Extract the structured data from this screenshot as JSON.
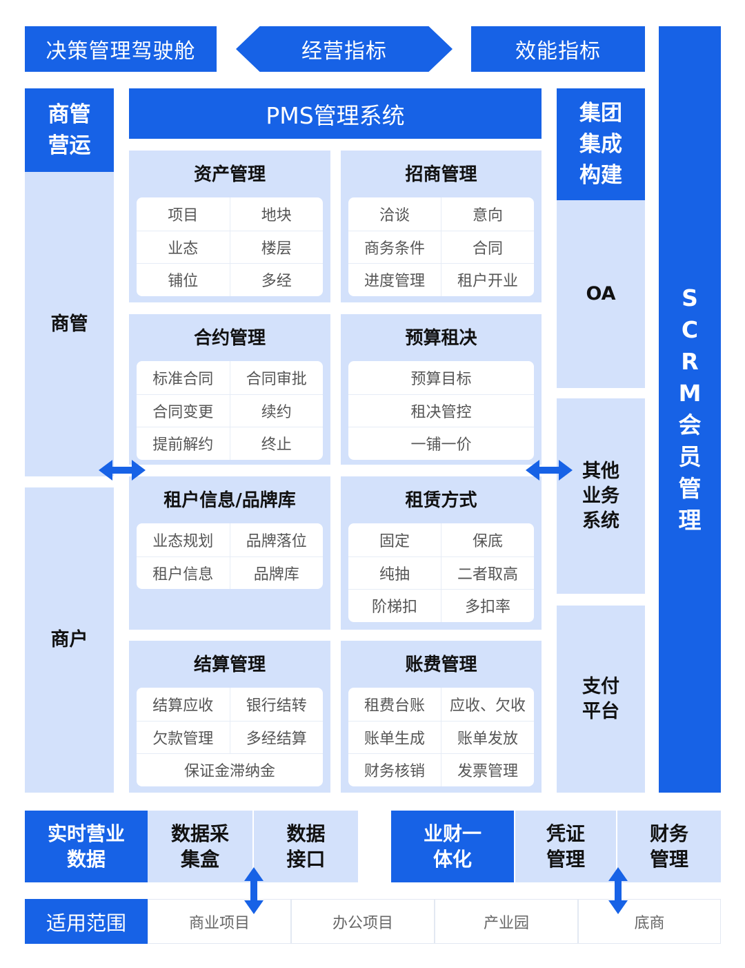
{
  "colors": {
    "primary": "#1762e6",
    "light": "#d3e1fb"
  },
  "top": {
    "cockpit": "决策管理驾驶舱",
    "operating": "经营指标",
    "efficiency": "效能指标"
  },
  "scrm": "SCRM会员管理",
  "left": {
    "header": "商管营运",
    "upper": "商管",
    "lower": "商户"
  },
  "pms": {
    "title": "PMS管理系统",
    "panels": [
      {
        "title": "资产管理",
        "rows": [
          [
            "项目",
            "地块"
          ],
          [
            "业态",
            "楼层"
          ],
          [
            "铺位",
            "多经"
          ]
        ]
      },
      {
        "title": "招商管理",
        "rows": [
          [
            "洽谈",
            "意向"
          ],
          [
            "商务条件",
            "合同"
          ],
          [
            "进度管理",
            "租户开业"
          ]
        ]
      },
      {
        "title": "合约管理",
        "rows": [
          [
            "标准合同",
            "合同审批"
          ],
          [
            "合同变更",
            "续约"
          ],
          [
            "提前解约",
            "终止"
          ]
        ]
      },
      {
        "title": "预算租决",
        "rows": [
          [
            "预算目标"
          ],
          [
            "租决管控"
          ],
          [
            "一铺一价"
          ]
        ]
      },
      {
        "title": "租户信息/品牌库",
        "rows": [
          [
            "业态规划",
            "品牌落位"
          ],
          [
            "租户信息",
            "品牌库"
          ]
        ]
      },
      {
        "title": "租赁方式",
        "rows": [
          [
            "固定",
            "保底"
          ],
          [
            "纯抽",
            "二者取高"
          ],
          [
            "阶梯扣",
            "多扣率"
          ]
        ]
      },
      {
        "title": "结算管理",
        "rows": [
          [
            "结算应收",
            "银行结转"
          ],
          [
            "欠款管理",
            "多经结算"
          ],
          [
            "保证金滞纳金"
          ]
        ]
      },
      {
        "title": "账费管理",
        "rows": [
          [
            "租费台账",
            "应收、欠收"
          ],
          [
            "账单生成",
            "账单发放"
          ],
          [
            "财务核销",
            "发票管理"
          ]
        ]
      }
    ]
  },
  "right": {
    "header": "集团集成构建",
    "oa": "OA",
    "other": "其他业务系统",
    "pay": "支付平台"
  },
  "bottom": {
    "realtime": "实时营业数据",
    "box": "数据采集盒",
    "api": "数据接口",
    "finance": "业财一体化",
    "voucher": "凭证管理",
    "fin_mgmt": "财务管理"
  },
  "scope": {
    "label": "适用范围",
    "items": [
      "商业项目",
      "办公项目",
      "产业园",
      "底商"
    ]
  }
}
